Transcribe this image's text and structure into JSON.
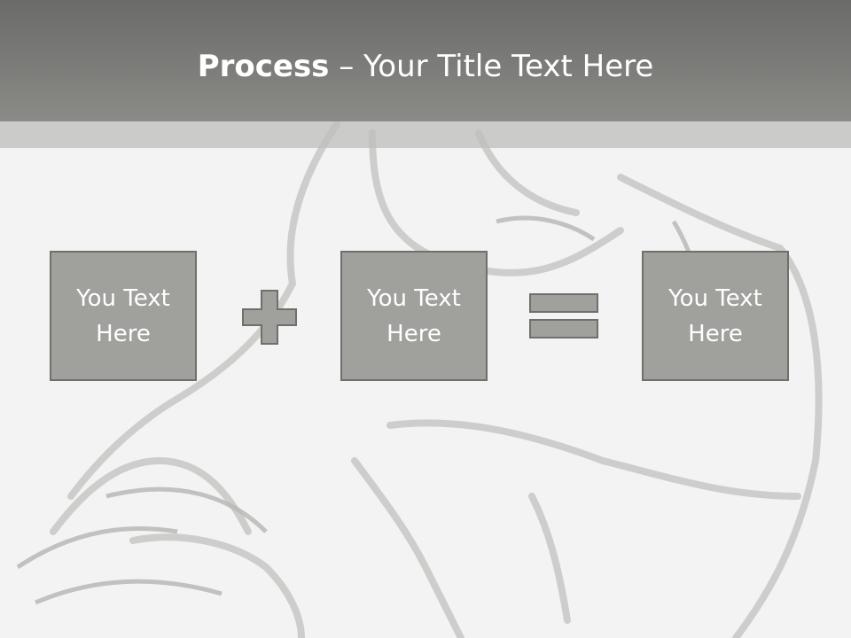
{
  "slide": {
    "title_bold": "Process",
    "title_rest": " – Your Title Text Here",
    "boxes": [
      {
        "text": "You Text Here"
      },
      {
        "text": "You Text Here"
      },
      {
        "text": "You Text Here"
      }
    ],
    "operators": [
      "plus-icon",
      "equals-icon"
    ]
  },
  "colors": {
    "title_bar": "#7a7a78",
    "box_fill": "#a0a09d",
    "box_border": "#6f6f6c",
    "text": "#ffffff"
  }
}
